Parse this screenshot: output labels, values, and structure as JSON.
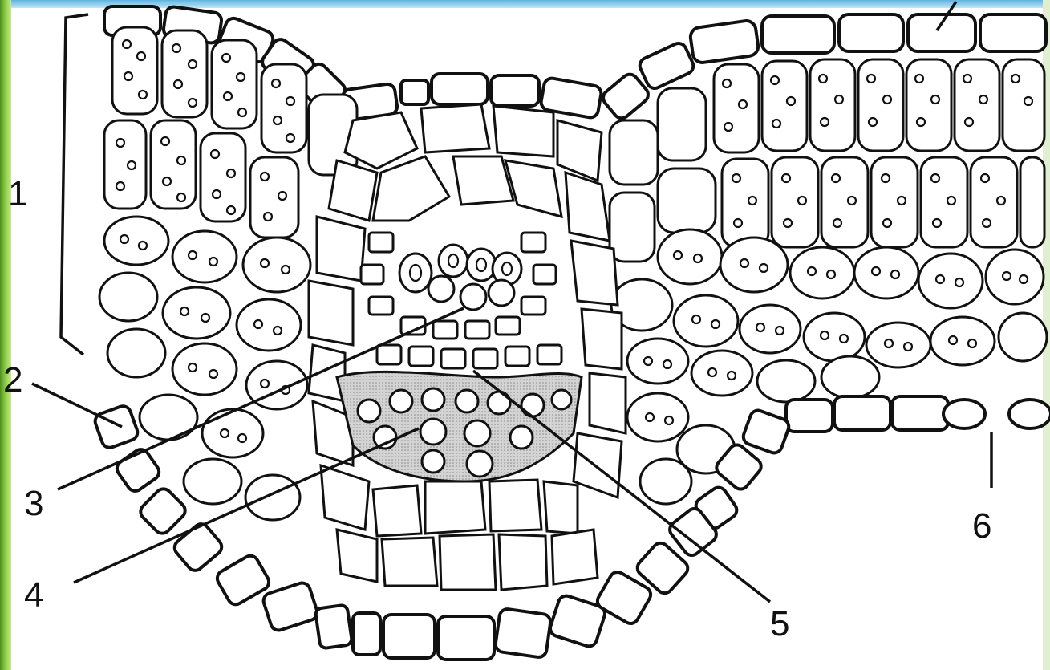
{
  "labels": {
    "label_1": "1",
    "label_2": "2",
    "label_3": "3",
    "label_4": "4",
    "label_5": "5",
    "label_6": "6"
  },
  "colors": {
    "background_border": "#7fbf3a",
    "top_band": "#7ec8e8",
    "ink": "#111111",
    "phloem_shade": "#bdbdbd",
    "paper": "#ffffff"
  }
}
